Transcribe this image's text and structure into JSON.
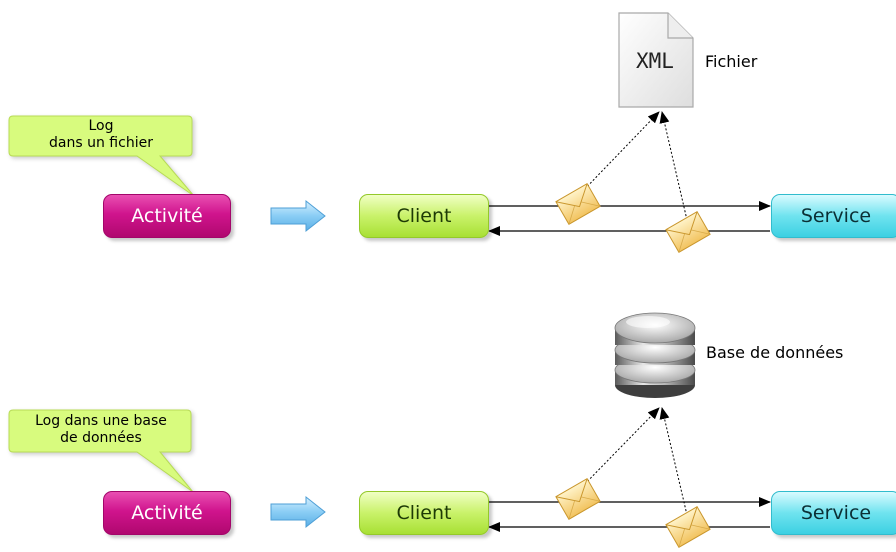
{
  "top": {
    "callout": {
      "line1": "Log",
      "line2": "dans un fichier"
    },
    "activity_label": "Activité",
    "client_label": "Client",
    "service_label": "Service",
    "file_icon_text": "XML",
    "file_label": "Fichier"
  },
  "bottom": {
    "callout": {
      "line1": "Log dans une base",
      "line2": "de données"
    },
    "activity_label": "Activité",
    "client_label": "Client",
    "service_label": "Service",
    "database_label": "Base de données"
  },
  "colors": {
    "activity": "#d0148d",
    "client": "#c9f26a",
    "service": "#6fe3ef",
    "callout": "#d8fb7e",
    "transition_arrow": "#7fc6f1",
    "envelope": "#f7d98a"
  }
}
